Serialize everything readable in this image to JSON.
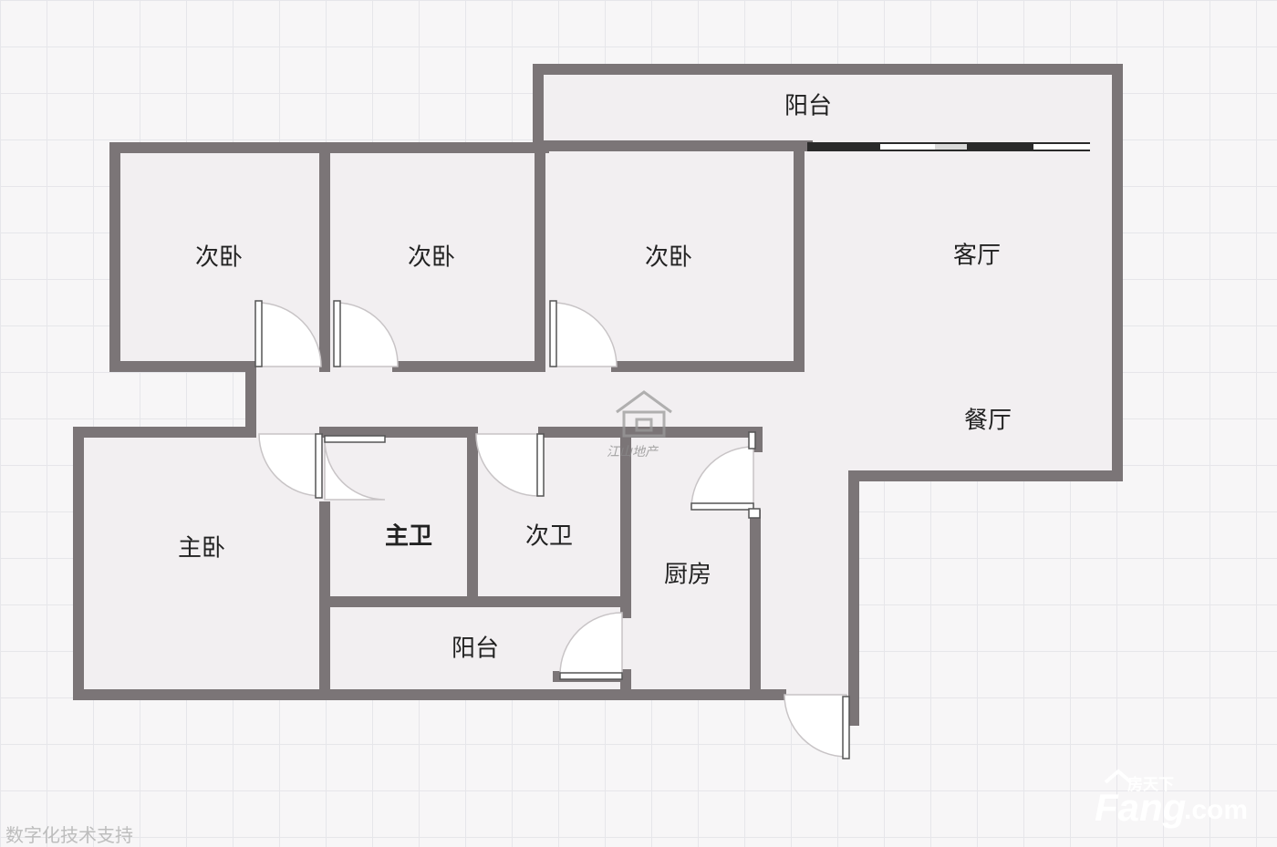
{
  "rooms": {
    "balcony_top": "阳台",
    "bedroom_1": "次卧",
    "bedroom_2": "次卧",
    "bedroom_3": "次卧",
    "living_room": "客厅",
    "dining_room": "餐厅",
    "master_bedroom": "主卧",
    "master_bath": "主卫",
    "second_bath": "次卫",
    "kitchen": "厨房",
    "balcony_bottom": "阳台"
  },
  "watermark": {
    "text": "江山地产"
  },
  "logo": {
    "cn": "房天下",
    "fang": "Fang",
    "com": ".com"
  },
  "caption": "数字化技术支持",
  "colors": {
    "wall": "#7b7577",
    "floor": "#f2eff1",
    "door_glass": "#ffffff",
    "logo_text": "#ffffff"
  }
}
